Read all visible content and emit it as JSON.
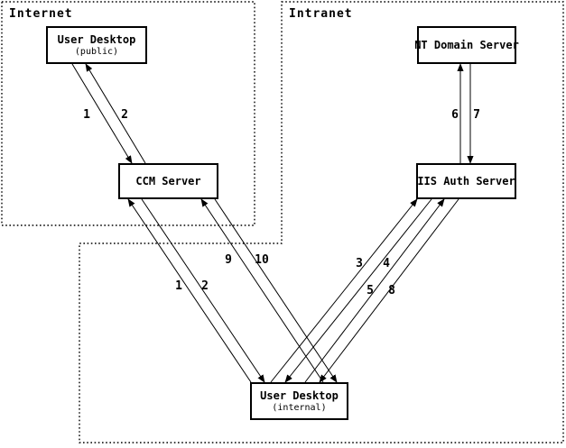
{
  "regions": {
    "internet": {
      "label": "Internet"
    },
    "intranet": {
      "label": "Intranet"
    }
  },
  "nodes": {
    "user_desktop_public": {
      "title": "User Desktop",
      "subtitle": "(public)"
    },
    "nt_domain_server": {
      "title": "NT Domain Server"
    },
    "ccm_server": {
      "title": "CCM Server"
    },
    "iis_auth_server": {
      "title": "IIS Auth Server"
    },
    "user_desktop_internal": {
      "title": "User Desktop",
      "subtitle": "(internal)"
    }
  },
  "edges": [
    {
      "label": "1",
      "from": "user_desktop_public",
      "to": "ccm_server"
    },
    {
      "label": "2",
      "from": "ccm_server",
      "to": "user_desktop_public"
    },
    {
      "label": "1",
      "from": "user_desktop_internal",
      "to": "ccm_server"
    },
    {
      "label": "2",
      "from": "ccm_server",
      "to": "user_desktop_internal"
    },
    {
      "label": "3",
      "from": "user_desktop_internal",
      "to": "iis_auth_server"
    },
    {
      "label": "4",
      "from": "iis_auth_server",
      "to": "user_desktop_internal"
    },
    {
      "label": "5",
      "from": "user_desktop_internal",
      "to": "iis_auth_server"
    },
    {
      "label": "8",
      "from": "iis_auth_server",
      "to": "user_desktop_internal"
    },
    {
      "label": "6",
      "from": "iis_auth_server",
      "to": "nt_domain_server"
    },
    {
      "label": "7",
      "from": "nt_domain_server",
      "to": "iis_auth_server"
    },
    {
      "label": "9",
      "from": "user_desktop_internal",
      "to": "ccm_server"
    },
    {
      "label": "10",
      "from": "ccm_server",
      "to": "user_desktop_internal"
    }
  ],
  "colors": {
    "ink": "#000000",
    "background": "#ffffff"
  }
}
